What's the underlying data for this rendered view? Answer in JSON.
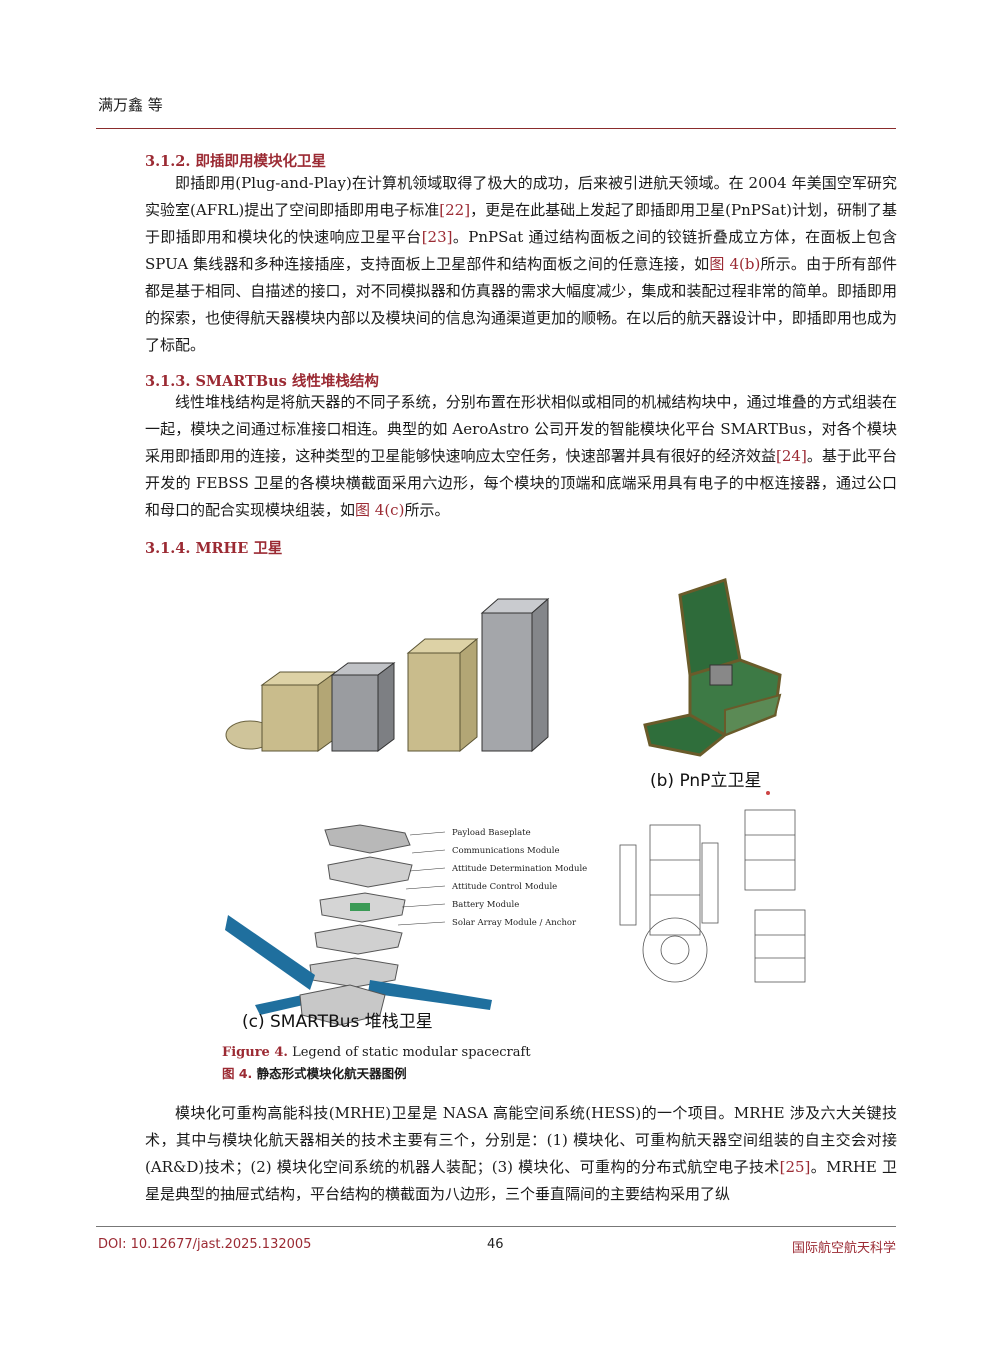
{
  "header": {
    "author": "满万鑫  等"
  },
  "sections": [
    {
      "heading": "3.1.2. 即插即用模块化卫星",
      "paragraph": [
        {
          "t": "即插即用(Plug-and-Play)在计算机领域取得了极大的成功，后来被引进航天领域。在 2004 年美国空军研究实验室(AFRL)提出了空间即插即用电子标准"
        },
        {
          "t": "[22]",
          "ref": true
        },
        {
          "t": "，更是在此基础上发起了即插即用卫星(PnPSat)计划，研制了基于即插即用和模块化的快速响应卫星平台"
        },
        {
          "t": "[23]",
          "ref": true
        },
        {
          "t": "。PnPSat 通过结构面板之间的铰链折叠成立方体，在面板上包含 SPUA 集线器和多种连接插座，支持面板上卫星部件和结构面板之间的任意连接，如"
        },
        {
          "t": "图 4(b)",
          "ref": true
        },
        {
          "t": "所示。由于所有部件都是基于相同、自描述的接口，对不同模拟器和仿真器的需求大幅度减少，集成和装配过程非常的简单。即插即用的探索，也使得航天器模块内部以及模块间的信息沟通渠道更加的顺畅。在以后的航天器设计中，即插即用也成为了标配。"
        }
      ]
    },
    {
      "heading": "3.1.3. SMARTBus 线性堆栈结构",
      "paragraph": [
        {
          "t": "线性堆栈结构是将航天器的不同子系统，分别布置在形状相似或相同的机械结构块中，通过堆叠的方式组装在一起，模块之间通过标准接口相连。典型的如 AeroAstro 公司开发的智能模块化平台 SMARTBus，对各个模块采用即插即用的连接，这种类型的卫星能够快速响应太空任务，快速部署并具有很好的经济效益"
        },
        {
          "t": "[24]",
          "ref": true
        },
        {
          "t": "。基于此平台开发的 FEBSS 卫星的各模块横截面采用六边形，每个模块的顶端和底端采用具有电子的中枢连接器，通过公口和母口的配合实现模块组装，如"
        },
        {
          "t": "图 4(c)",
          "ref": true
        },
        {
          "t": "所示。"
        }
      ]
    },
    {
      "heading": "3.1.4. MRHE 卫星",
      "paragraph": []
    }
  ],
  "figure": {
    "label_b": "(b)  PnP立卫星",
    "label_c": "(c)  SMARTBus 堆栈卫星",
    "legend": [
      "Payload Baseplate",
      "Communications Module",
      "Attitude Determination Module",
      "Attitude Control Module",
      "Battery Module",
      "Solar Array Module / Anchor"
    ],
    "caption_label_en": "Figure 4.",
    "caption_en": " Legend of static modular spacecraft",
    "caption_label_cn": "图 4.",
    "caption_cn": "  静态形式模块化航天器图例"
  },
  "paragraph_after": [
    {
      "t": "模块化可重构高能科技(MRHE)卫星是 NASA 高能空间系统(HESS)的一个项目。MRHE 涉及六大关键技术，其中与模块化航天器相关的技术主要有三个，分别是：(1) 模块化、可重构航天器空间组装的自主交会对接(AR&D)技术；(2) 模块化空间系统的机器人装配；(3) 模块化、可重构的分布式航空电子技术"
    },
    {
      "t": "[25]",
      "ref": true
    },
    {
      "t": "。MRHE 卫星是典型的抽屉式结构，平台结构的横截面为八边形，三个垂直隔间的主要结构采用了纵"
    }
  ],
  "footer": {
    "doi": "DOI: 10.12677/jast.2025.132005",
    "page": "46",
    "journal": "国际航空航天科学"
  }
}
